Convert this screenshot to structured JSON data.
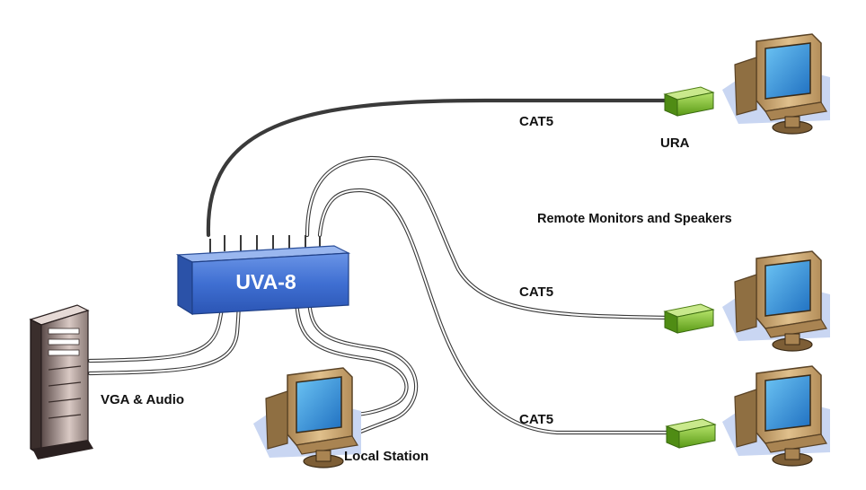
{
  "hub": {
    "label": "UVA-8"
  },
  "labels": {
    "cat5_top": "CAT5",
    "ura": "URA",
    "remote": "Remote Monitors and Speakers",
    "cat5_mid": "CAT5",
    "cat5_bottom": "CAT5",
    "vga_audio": "VGA & Audio",
    "local_station": "Local Station"
  },
  "colors": {
    "hub_body": "#4a78d8",
    "hub_top": "#8fb0ee",
    "adapter": "#7fc22e",
    "monitor_case": "#c9a46e",
    "monitor_screen": "#2f8fd8",
    "shadow": "#c9d6f2"
  },
  "icons": [
    "monitor-icon",
    "server-tower-icon",
    "ura-adapter-icon",
    "hub-device-icon"
  ]
}
